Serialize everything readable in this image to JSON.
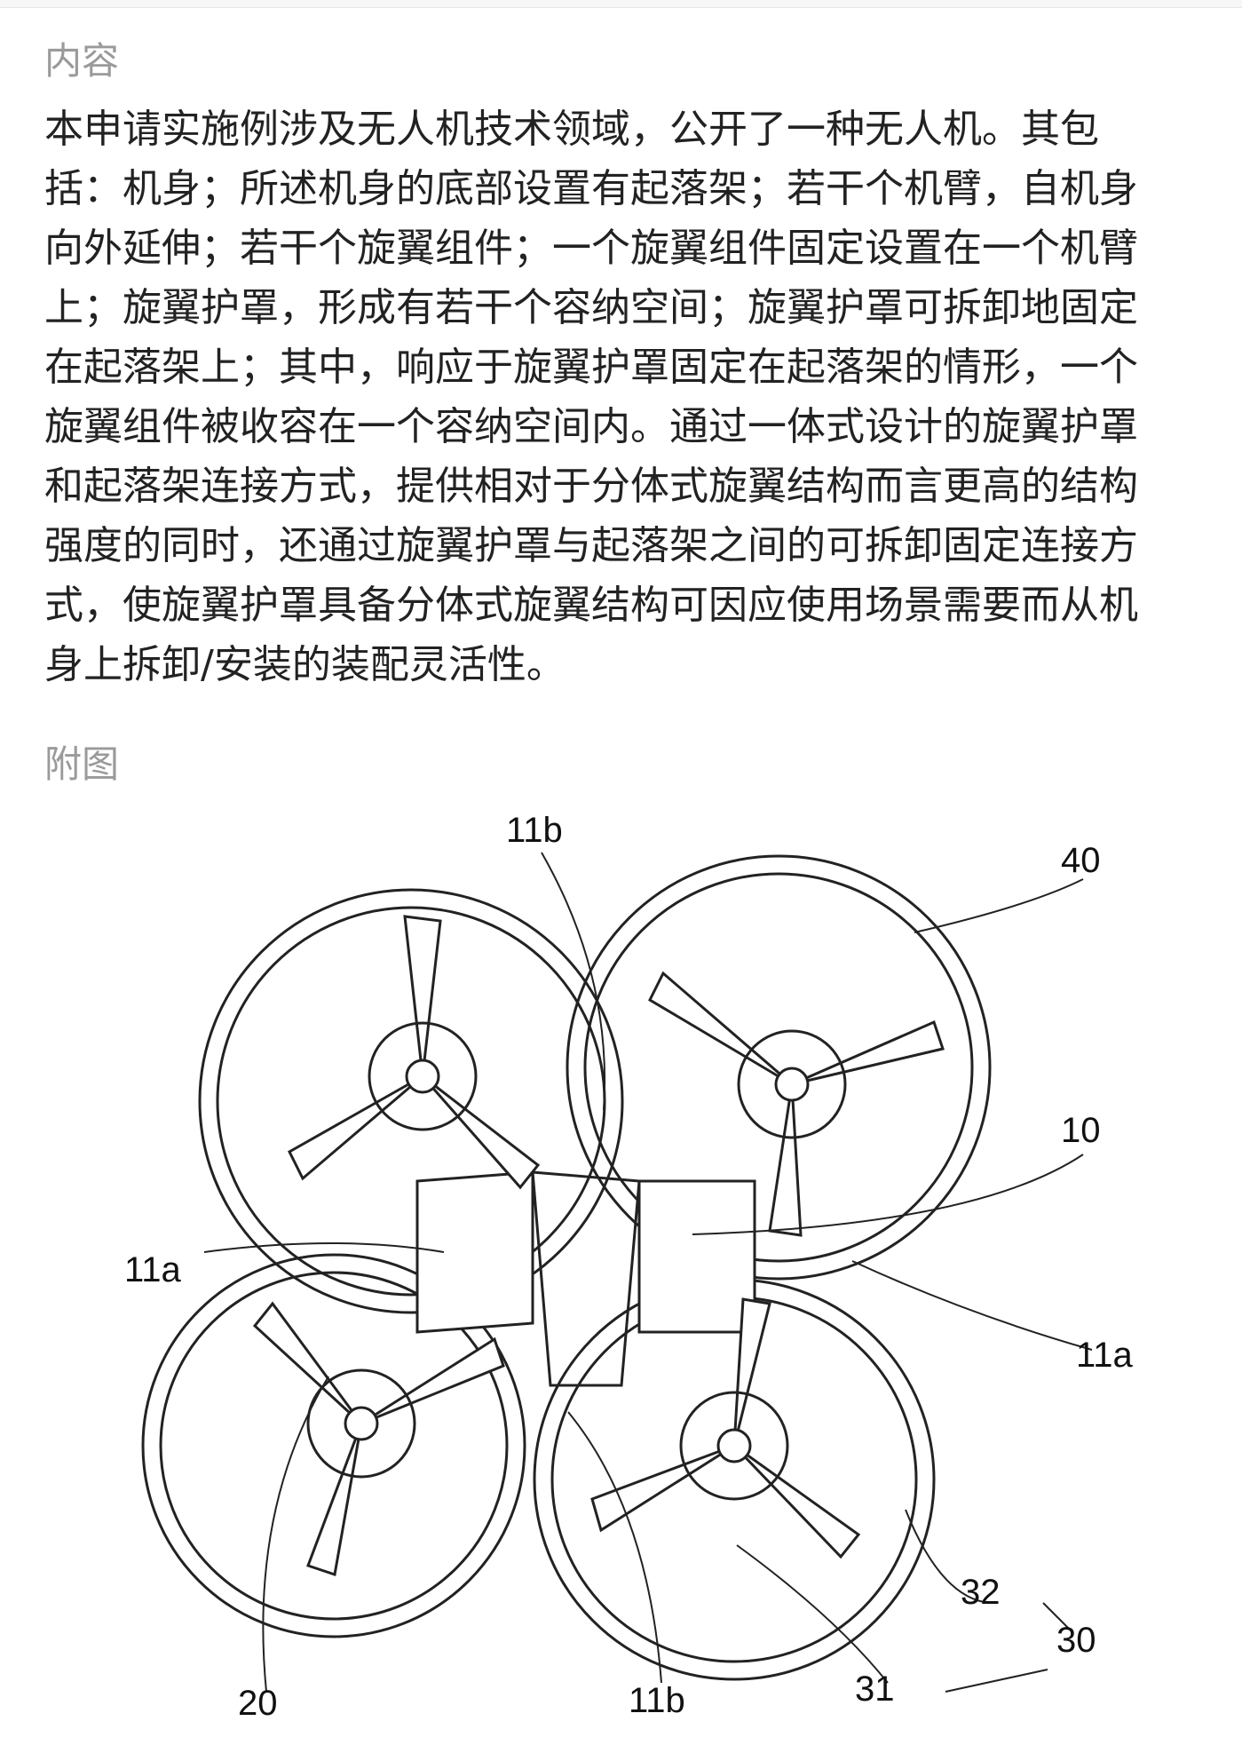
{
  "content_heading": "内容",
  "abstract_lines": [
    "本申请实施例涉及无人机技术领域，公开了一种无人机。其包",
    "括：机身；所述机身的底部设置有起落架；若干个机臂，自机身",
    "向外延伸；若干个旋翼组件；一个旋翼组件固定设置在一个机臂",
    "上；旋翼护罩，形成有若干个容纳空间；旋翼护罩可拆卸地固定",
    "在起落架上；其中，响应于旋翼护罩固定在起落架的情形，一个",
    "旋翼组件被收容在一个容纳空间内。通过一体式设计的旋翼护罩",
    "和起落架连接方式，提供相对于分体式旋翼结构而言更高的结构",
    "强度的同时，还通过旋翼护罩与起落架之间的可拆卸固定连接方",
    "式，使旋翼护罩具备分体式旋翼结构可因应使用场景需要而从机",
    "身上拆卸/安装的装配灵活性。"
  ],
  "figure_heading": "附图",
  "figure_labels": {
    "l11b_top": "11b",
    "l40": "40",
    "l10": "10",
    "l11a_left": "11a",
    "l11a_right": "11a",
    "l32": "32",
    "l30": "30",
    "l31": "31",
    "l11b_bottom": "11b",
    "l20": "20"
  }
}
